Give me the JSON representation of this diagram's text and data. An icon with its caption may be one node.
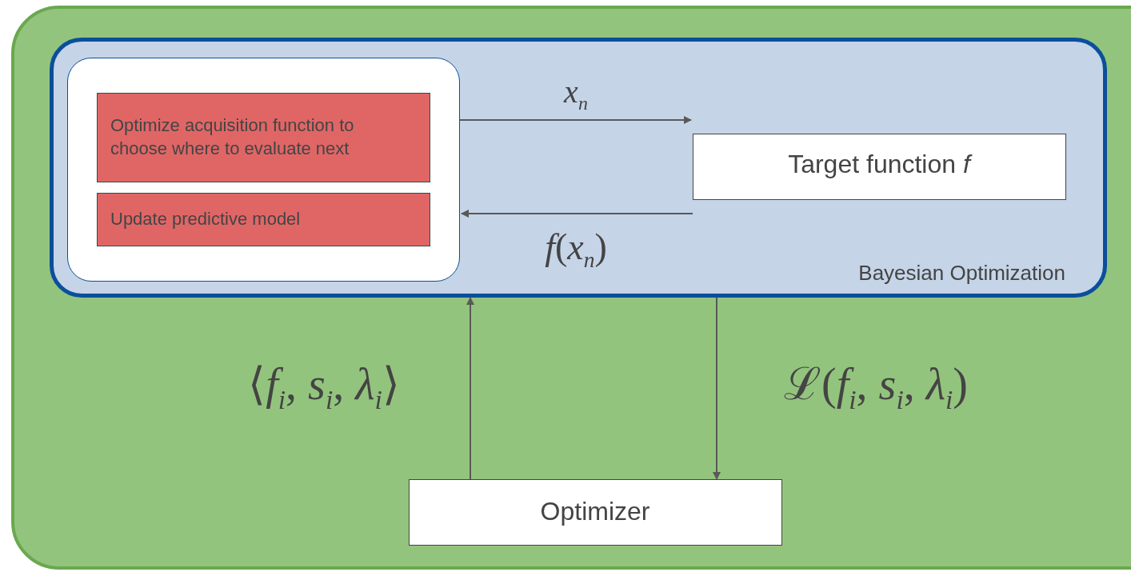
{
  "diagram": {
    "nodes": [
      {
        "text": [],
        "shape": "box"
      },
      {
        "text": [
          "Bayesian Optimization"
        ],
        "in": 0
      },
      {
        "text": [],
        "shape": "box",
        "in": 1
      },
      {
        "text": [
          "Optimize acquisition function to choose where to evaluate next"
        ],
        "in": 2
      },
      {
        "text": [
          "Update predictive model"
        ],
        "in": 2
      },
      {
        "text": [
          "Target function  *f*"
        ],
        "in": 1
      },
      {
        "text": [
          "Optimizer"
        ],
        "in": 0
      }
    ],
    "edges": [
      {
        "from": 2,
        "to": 5,
        "arrow": "to",
        "label": "*x*$_{n}$"
      },
      {
        "from": 5,
        "to": 2,
        "arrow": "to",
        "label": "*f*(*x*$_{n}$)"
      },
      {
        "from": 6,
        "to": 1,
        "arrow": "to",
        "label": "⟨*f*$_{i}$, *s*$_{i}$, *λ*$_{i}$⟩"
      },
      {
        "from": 1,
        "to": 6,
        "arrow": "to",
        "label": "ℒ(*f*$_{i}$, *s*$_{i}$, *λ*$_{i}$)"
      }
    ]
  }
}
